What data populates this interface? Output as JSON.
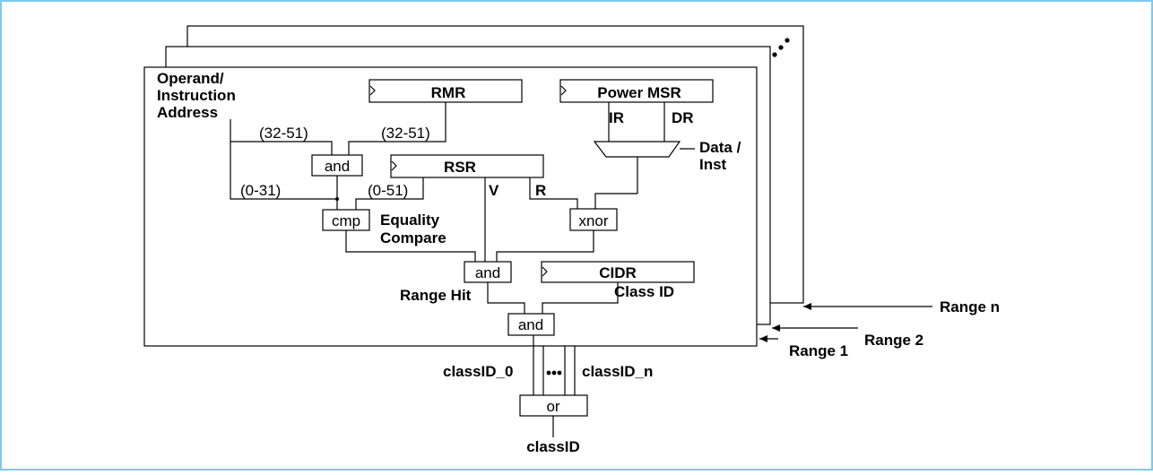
{
  "diagram": {
    "operand_label_lines": [
      "Operand/",
      "Instruction",
      "Address"
    ],
    "rmr": "RMR",
    "power_msr": "Power MSR",
    "ir": "IR",
    "dr": "DR",
    "data_inst_lines": [
      "Data /",
      "Inst"
    ],
    "bits_32_51_left": "(32-51)",
    "bits_32_51_right": "(32-51)",
    "and_top": "and",
    "rsr": "RSR",
    "v": "V",
    "r": "R",
    "bits_0_31": "(0-31)",
    "bits_0_51": "(0-51)",
    "cmp": "cmp",
    "equality_lines": [
      "Equality",
      "Compare"
    ],
    "xnor": "xnor",
    "and_mid": "and",
    "cidr": "CIDR",
    "range_hit": "Range Hit",
    "class_id": "Class ID",
    "and_bottom": "and",
    "range_n": "Range n",
    "range_2": "Range 2",
    "range_1": "Range 1",
    "classid_0": "classID_0",
    "classid_n": "classID_n",
    "or": "or",
    "classid": "classID"
  }
}
